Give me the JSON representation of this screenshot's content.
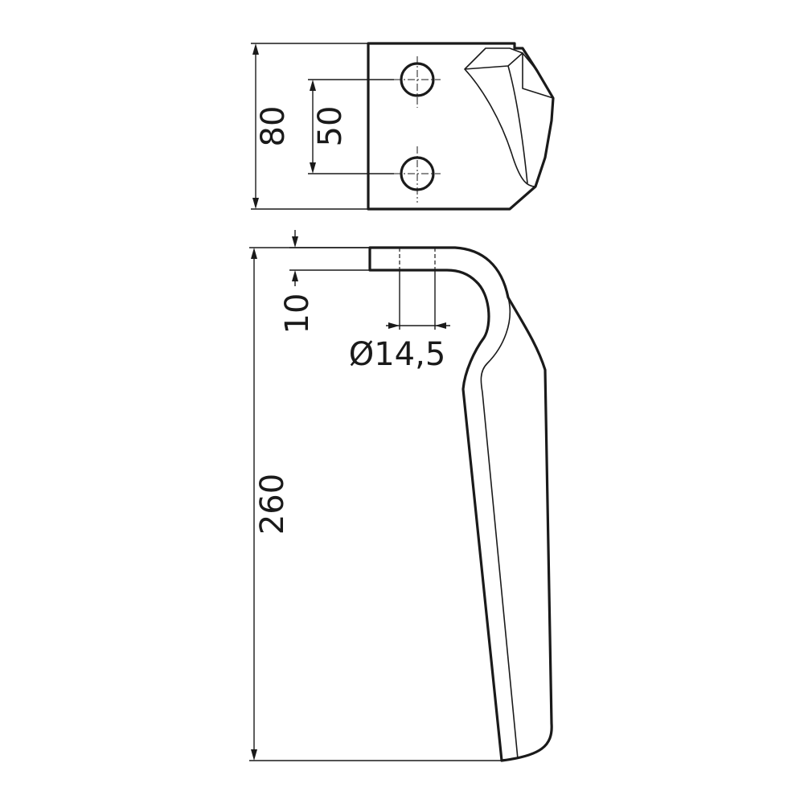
{
  "drawing": {
    "subject": "tiller-blade",
    "dimensions": {
      "plate_height": "80",
      "hole_spacing": "50",
      "plate_thickness": "10",
      "hole_diameter": "Ø14,5",
      "blade_length": "260"
    }
  }
}
